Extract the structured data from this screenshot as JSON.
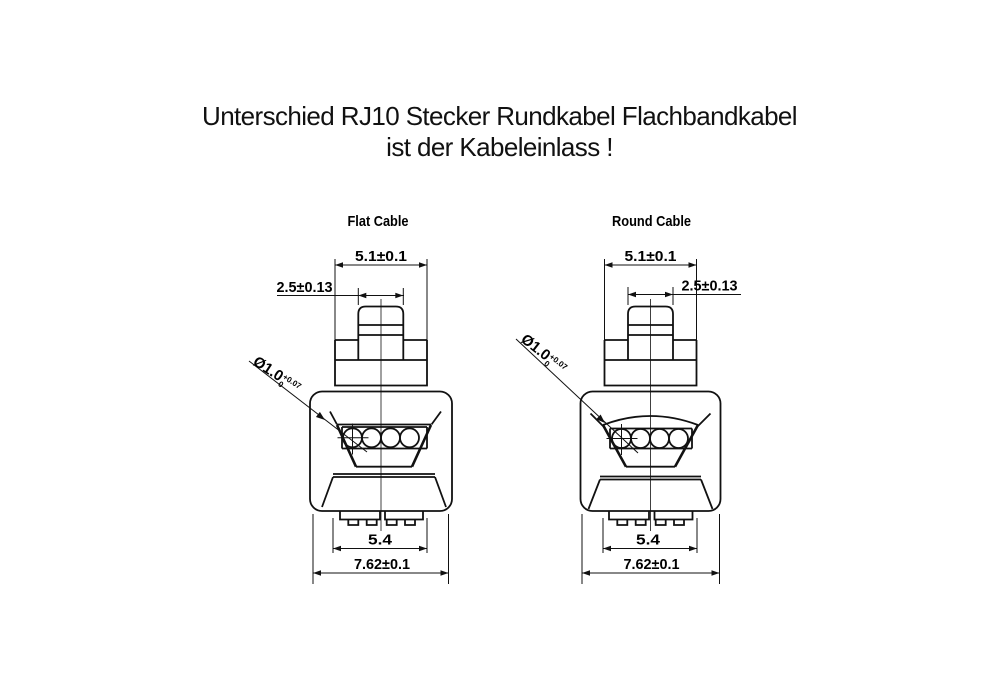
{
  "title": {
    "line1": "Unterschied RJ10 Stecker Rundkabel Flachbandkabel",
    "line2": "ist der Kabeleinlass !"
  },
  "figures": {
    "flat": {
      "label": "Flat Cable",
      "dims": {
        "shoulder_width": "5.1±0.1",
        "latch_width": "2.5±0.13",
        "wire_diameter": "Ø1.0",
        "wire_diameter_tol_upper": "+0.07",
        "wire_diameter_tol_lower": "0",
        "contact_span": "5.4",
        "body_width": "7.62±0.1"
      }
    },
    "round": {
      "label": "Round Cable",
      "dims": {
        "shoulder_width": "5.1±0.1",
        "latch_width": "2.5±0.13",
        "wire_diameter": "Ø1.0",
        "wire_diameter_tol_upper": "+0.07",
        "wire_diameter_tol_lower": "0",
        "contact_span": "5.4",
        "body_width": "7.62±0.1"
      }
    }
  },
  "colors": {
    "line": "#111111",
    "text": "#000000",
    "background": "#ffffff"
  }
}
